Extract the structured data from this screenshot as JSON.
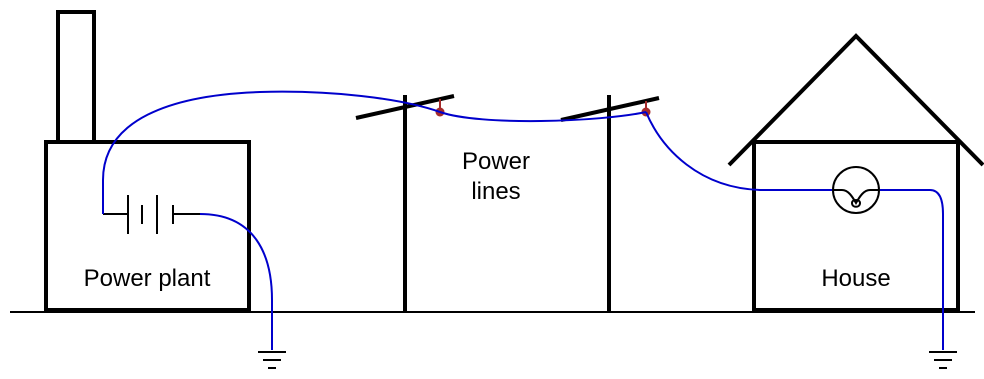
{
  "labels": {
    "power_plant": "Power plant",
    "power_lines_line1": "Power",
    "power_lines_line2": "lines",
    "house": "House"
  },
  "colors": {
    "structure": "#000000",
    "wire": "#0000cc",
    "insulator": "#a52a2a",
    "background": "#ffffff"
  }
}
